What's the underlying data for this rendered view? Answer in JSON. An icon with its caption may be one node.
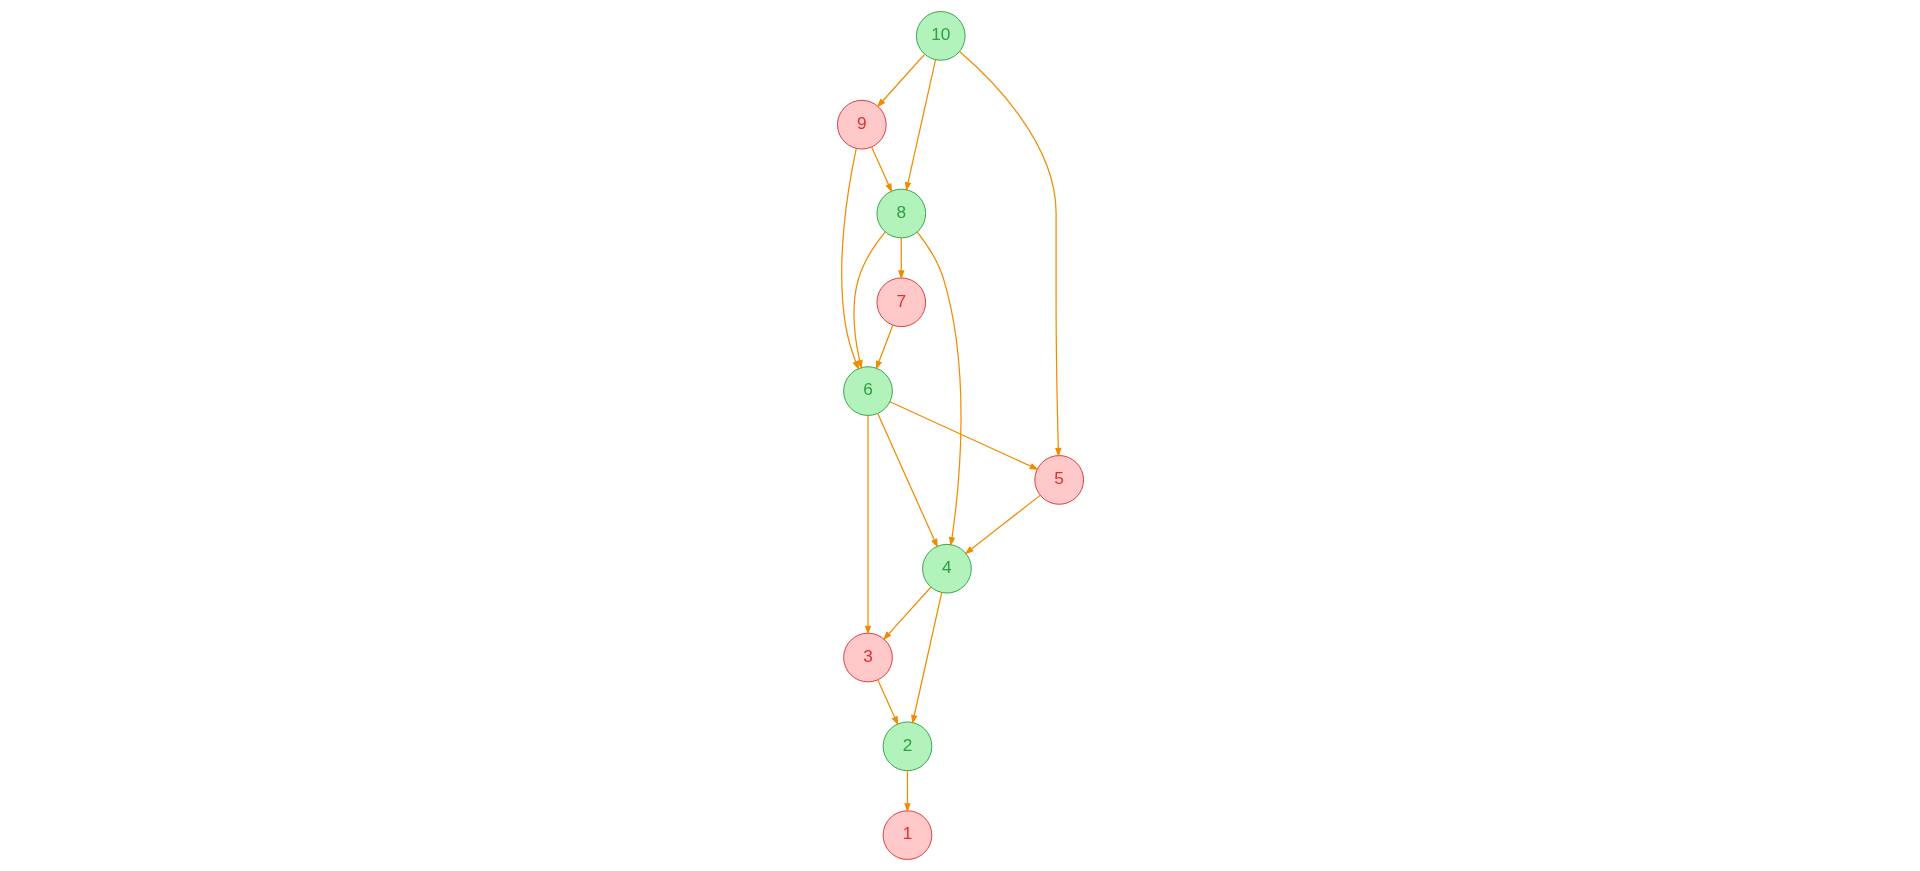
{
  "diagram": {
    "nodes": [
      {
        "text": [
          "1"
        ]
      },
      {
        "text": [
          "2"
        ]
      },
      {
        "text": [
          "3"
        ]
      },
      {
        "text": [
          "4"
        ]
      },
      {
        "text": [
          "5"
        ]
      },
      {
        "text": [
          "6"
        ]
      },
      {
        "text": [
          "7"
        ]
      },
      {
        "text": [
          "8"
        ]
      },
      {
        "text": [
          "9"
        ]
      },
      {
        "text": [
          "10"
        ]
      }
    ],
    "edges": [
      {
        "from": 2,
        "to": 1,
        "arrow": "to"
      },
      {
        "from": 5,
        "to": 2,
        "arrow": "to"
      },
      {
        "from": 5,
        "to": 4,
        "arrow": "to"
      },
      {
        "from": 5,
        "to": 3,
        "arrow": "to"
      },
      {
        "from": 1,
        "to": 0,
        "arrow": "to"
      },
      {
        "from": 3,
        "to": 1,
        "arrow": "to"
      },
      {
        "from": 3,
        "to": 2,
        "arrow": "to"
      },
      {
        "from": 4,
        "to": 3,
        "arrow": "to"
      },
      {
        "from": 7,
        "to": 3,
        "arrow": "to"
      },
      {
        "from": 7,
        "to": 5,
        "arrow": "to"
      },
      {
        "from": 7,
        "to": 6,
        "arrow": "to"
      },
      {
        "from": 6,
        "to": 5,
        "arrow": "to"
      },
      {
        "from": 8,
        "to": 5,
        "arrow": "to"
      },
      {
        "from": 8,
        "to": 7,
        "arrow": "to"
      },
      {
        "from": 9,
        "to": 4,
        "arrow": "to"
      },
      {
        "from": 9,
        "to": 7,
        "arrow": "to"
      },
      {
        "from": 9,
        "to": 8,
        "arrow": "to"
      }
    ]
  }
}
